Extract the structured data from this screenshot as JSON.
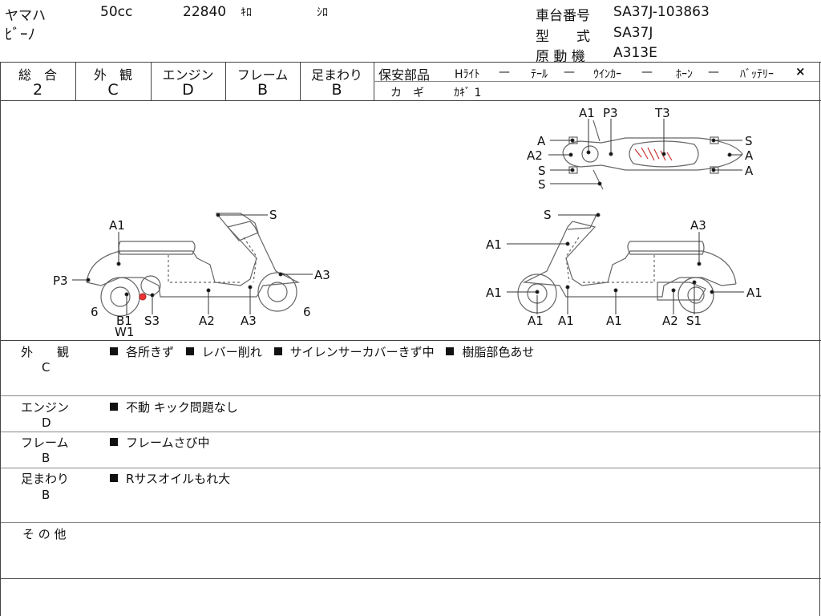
{
  "header": {
    "maker": "ヤマハ",
    "displacement": "50cc",
    "mileage": "22840",
    "mileage_unit": "ｷﾛ",
    "color": "ｼﾛ",
    "model_name": "ﾋﾞｰﾉ",
    "frame_no_label": "車台番号",
    "frame_no": "SA37J-103863",
    "type_label": "型　　式",
    "type_value": "SA37J",
    "engine_label": "原 動 機",
    "engine_value": "A313E"
  },
  "grades": [
    {
      "label": "総　合",
      "value": "2"
    },
    {
      "label": "外　観",
      "value": "C"
    },
    {
      "label": "エンジン",
      "value": "D"
    },
    {
      "label": "フレーム",
      "value": "B"
    },
    {
      "label": "足まわり",
      "value": "B"
    }
  ],
  "safety": {
    "title": "保安部品",
    "items": [
      {
        "name": "Hﾗｲﾄ",
        "value": "—"
      },
      {
        "name": "ﾃｰﾙ",
        "value": "—"
      },
      {
        "name": "ｳｲﾝｶｰ",
        "value": "—"
      },
      {
        "name": "ﾎｰﾝ",
        "value": "—"
      },
      {
        "name": "ﾊﾞｯﾃﾘｰ",
        "value": "×"
      }
    ],
    "key_label": "カ　ギ",
    "key_value": "ｶｷﾞ 1"
  },
  "diagram": {
    "left": {
      "s_top": "S",
      "a1": "A1",
      "p3": "P3",
      "a3": "A3",
      "six_front": "6",
      "six_rear": "6",
      "b1": "B1",
      "w1": "W1",
      "s3": "S3",
      "a2": "A2",
      "a3_bottom": "A3"
    },
    "right": {
      "s_top": "S",
      "a1_upper": "A1",
      "a3": "A3",
      "a1_front": "A1",
      "a1_rear": "A1",
      "a1_b1": "A1",
      "a1_b2": "A1",
      "a1_b3": "A1",
      "a2": "A2",
      "s1": "S1"
    },
    "top": {
      "a1": "A1",
      "p3": "P3",
      "t3": "T3",
      "a_left": "A",
      "a2": "A2",
      "s_left1": "S",
      "s_left2": "S",
      "s_right": "S",
      "a_right1": "A",
      "a_right2": "A"
    }
  },
  "comments": [
    {
      "category": "外　　観",
      "grade": "C",
      "items": [
        "各所きず",
        "レバー削れ",
        "サイレンサーカバーきず中",
        "樹脂部色あせ"
      ]
    },
    {
      "category": "エンジン",
      "grade": "D",
      "items": [
        "不動 キック問題なし"
      ]
    },
    {
      "category": "フレーム",
      "grade": "B",
      "items": [
        "フレームさび中"
      ]
    },
    {
      "category": "足まわり",
      "grade": "B",
      "items": [
        "Rサスオイルもれ大"
      ]
    },
    {
      "category": "そ の 他",
      "grade": "",
      "items": []
    }
  ]
}
